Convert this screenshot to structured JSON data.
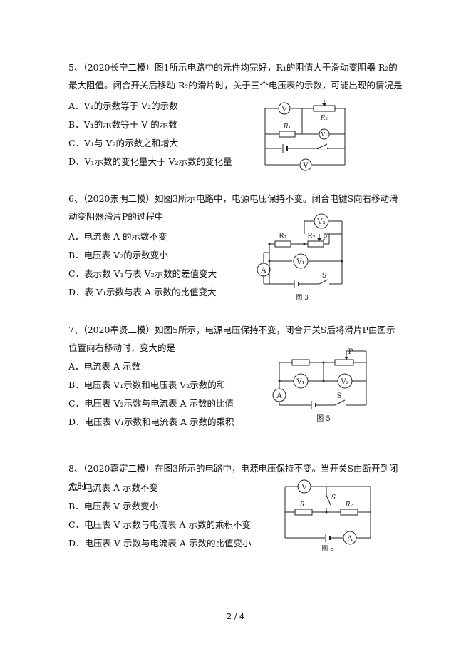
{
  "questions": [
    {
      "stem": "5、（2020长宁二模）图1所示电路中的元件均完好，R₁的阻值大于滑动变阻器 R₂的最大阻值。闭合开关后移动 R₂的滑片时，关于三个电压表的示数，可能出现的情况是",
      "options": [
        "A．V₁的示数等于 V₂的示数",
        "B．V₁的示数等于 V 的示数",
        "C．V₁与 V₂的示数之和增大",
        "D．V₁示数的变化量大于 V₂示数的变化量"
      ],
      "figure": {
        "labels": [
          "V",
          "R₂",
          "R₁",
          "V₁",
          "V"
        ],
        "caption": ""
      }
    },
    {
      "stem": "6、（2020崇明二模）如图3所示电路中，电源电压保持不变。闭合电键S向右移动滑动变阻器滑片P的过程中",
      "options": [
        "A．电流表 A 的示数不变",
        "B．电压表 V₂的示数变小",
        "C．表示数 V₁与表 V₂示数的差值变大",
        "D．表 V₁示数与表 A 示数的比值变大"
      ],
      "figure": {
        "labels": [
          "V₂",
          "R₁",
          "R₂",
          "P",
          "V₁",
          "A",
          "S"
        ],
        "caption": "图 3"
      }
    },
    {
      "stem": "7、（2020奉贤二模）如图5所示，电源电压保持不变，闭合开关S后将滑片P由图示位置向右移动时，变大的是",
      "options": [
        "A．电流表 A 示数",
        "B．电压表 V₁示数和电压表 V₂示数的和",
        "C．电压表 V₂示数与电流表 A 示数的比值",
        "D．电压表 V₁示数和电流表 A 示数的乘积"
      ],
      "figure": {
        "labels": [
          "P",
          "V₁",
          "V₂",
          "A",
          "S"
        ],
        "caption": "图 5"
      }
    },
    {
      "stem": "8、（2020嘉定二模）在图3所示的电路中，电源电压保持不变。当开关S由断开到闭合时",
      "options": [
        "A．电流表 A 示数不变",
        "B．电压表 V 示数变小",
        "C．电压表 V 示数与电流表 A 示数的乘积不变",
        "D．电压表 V 示数与电流表 A 示数的比值变小"
      ],
      "figure": {
        "labels": [
          "V",
          "S",
          "R₁",
          "R₂",
          "A"
        ],
        "caption": "图 3"
      }
    }
  ],
  "page_number": "2 / 4"
}
